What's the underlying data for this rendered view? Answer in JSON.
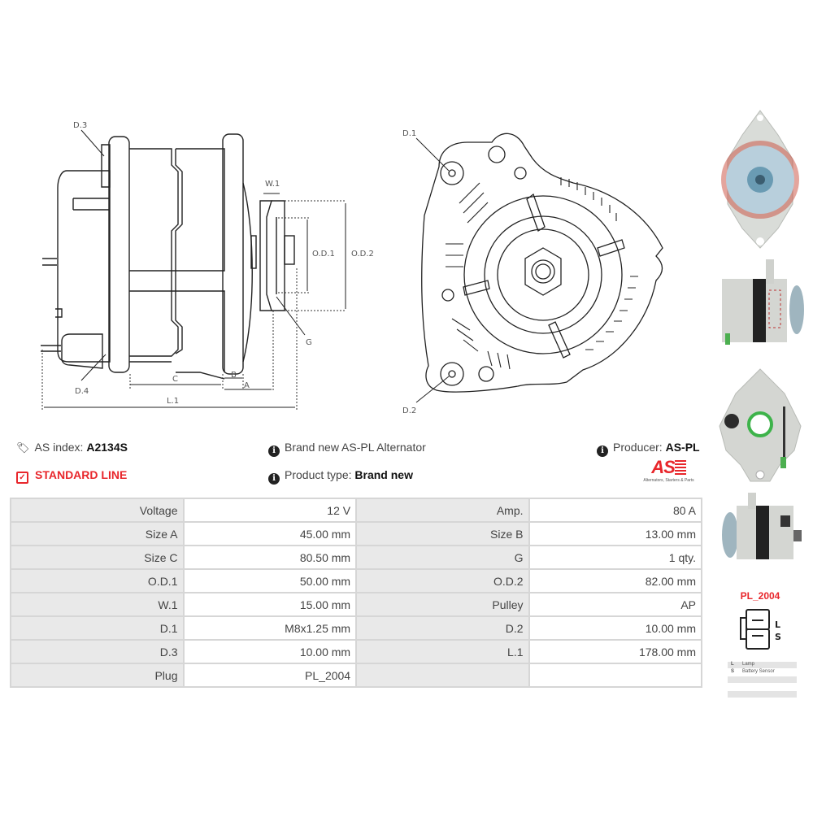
{
  "drawing_side": {
    "labels": {
      "d3": "D.3",
      "d4": "D.4",
      "w1": "W.1",
      "od1": "O.D.1",
      "od2": "O.D.2",
      "g": "G",
      "a": "A",
      "b": "B",
      "c": "C",
      "l1": "L.1"
    }
  },
  "drawing_front": {
    "labels": {
      "d1": "D.1",
      "d2": "D.2"
    }
  },
  "info": {
    "as_index_label": "AS index:",
    "as_index_value": "A2134S",
    "standard_line": "STANDARD LINE",
    "description": "Brand new AS-PL Alternator",
    "product_type_label": "Product type:",
    "product_type_value": "Brand new",
    "producer_label": "Producer:",
    "producer_value": "AS-PL",
    "logo_text": "AS",
    "logo_tagline": "Alternators, Starters & Parts"
  },
  "specs": [
    {
      "k1": "Voltage",
      "v1": "12 V",
      "k2": "Amp.",
      "v2": "80 A"
    },
    {
      "k1": "Size A",
      "v1": "45.00 mm",
      "k2": "Size B",
      "v2": "13.00 mm"
    },
    {
      "k1": "Size C",
      "v1": "80.50 mm",
      "k2": "G",
      "v2": "1 qty."
    },
    {
      "k1": "O.D.1",
      "v1": "50.00 mm",
      "k2": "O.D.2",
      "v2": "82.00 mm"
    },
    {
      "k1": "W.1",
      "v1": "15.00 mm",
      "k2": "Pulley",
      "v2": "AP"
    },
    {
      "k1": "D.1",
      "v1": "M8x1.25 mm",
      "k2": "D.2",
      "v2": "10.00 mm"
    },
    {
      "k1": "D.3",
      "v1": "10.00 mm",
      "k2": "L.1",
      "v2": "178.00 mm"
    },
    {
      "k1": "Plug",
      "v1": "PL_2004",
      "k2": "",
      "v2": ""
    }
  ],
  "plug": {
    "name": "PL_2004",
    "pins": [
      "L",
      "S"
    ],
    "legend": [
      {
        "pin": "L",
        "desc": "Lamp"
      },
      {
        "pin": "S",
        "desc": "Battery Sensor"
      },
      {
        "pin": "",
        "desc": ""
      },
      {
        "pin": "",
        "desc": ""
      }
    ]
  }
}
